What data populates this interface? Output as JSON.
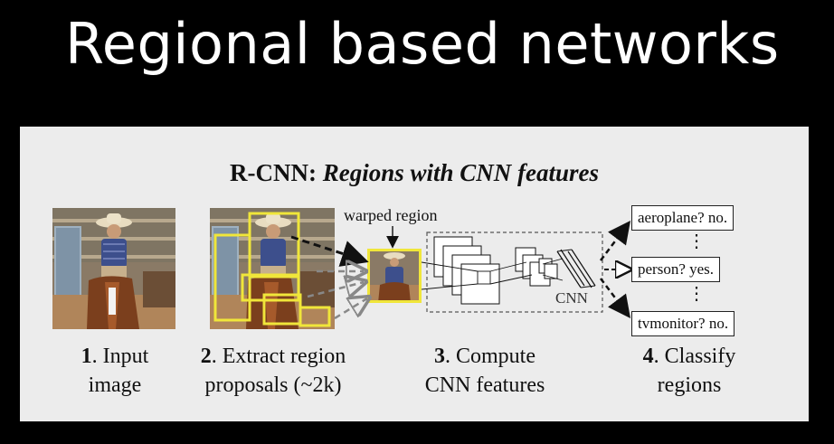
{
  "slide": {
    "title": "Regional based networks"
  },
  "figure": {
    "title_bold": "R-CNN: ",
    "title_italic": "Regions with CNN features",
    "warped_label": "warped region",
    "cnn_label": "CNN",
    "steps": [
      {
        "num": "1",
        "line1": ". Input",
        "line2": "image"
      },
      {
        "num": "2",
        "line1": ". Extract region",
        "line2": "proposals (~2k)"
      },
      {
        "num": "3",
        "line1": ". Compute",
        "line2": "CNN features"
      },
      {
        "num": "4",
        "line1": ". Classify",
        "line2": "regions"
      }
    ],
    "classes": [
      {
        "text": "aeroplane? no."
      },
      {
        "text": "person? yes."
      },
      {
        "text": "tvmonitor? no."
      }
    ],
    "vdots": "⋮",
    "colors": {
      "proposal_box": "#f0e63a",
      "background": "#ececec"
    }
  }
}
